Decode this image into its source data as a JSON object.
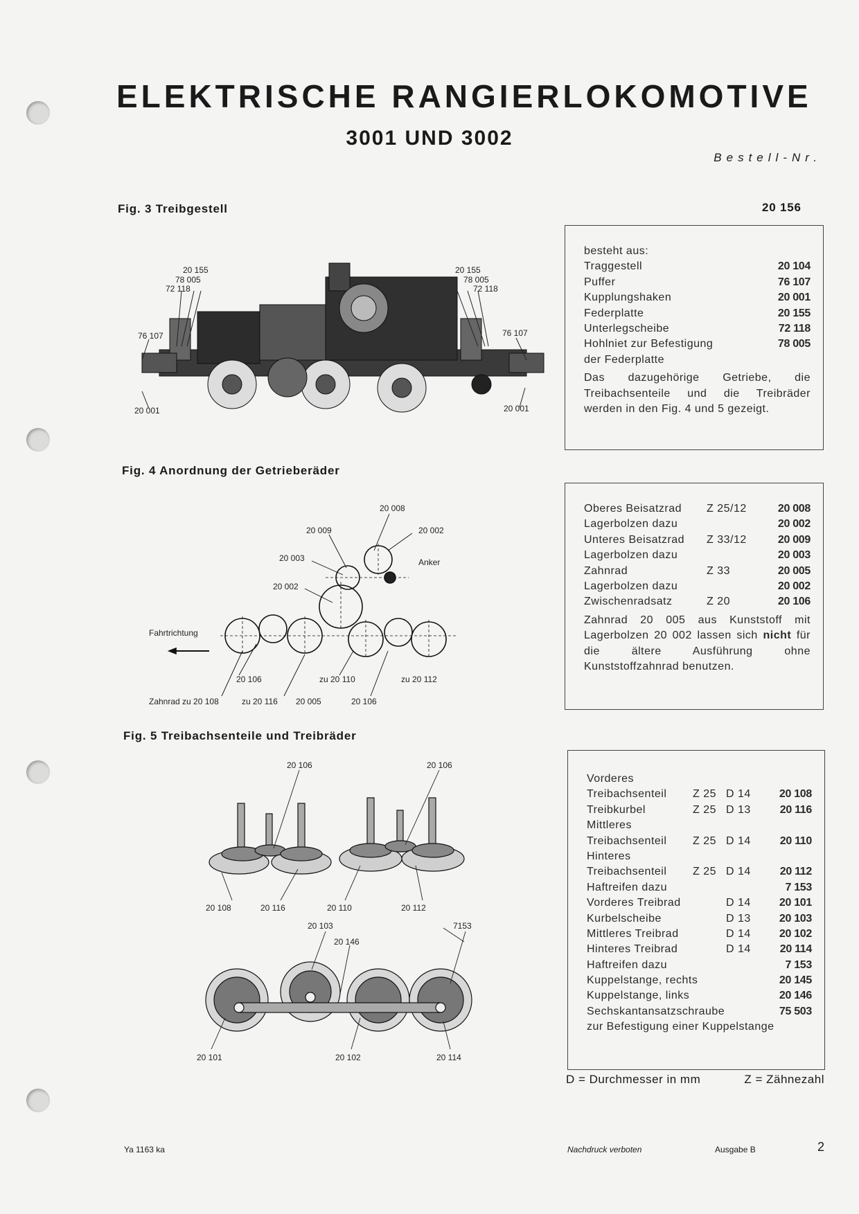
{
  "header": {
    "title": "ELEKTRISCHE RANGIERLOKOMOTIVE",
    "subtitle": "3001 UND 3002",
    "order_label": "Bestell-Nr."
  },
  "fig3": {
    "label": "Fig. 3 Treibgestell",
    "order_no": "20 156",
    "callouts": [
      "20 155",
      "78 005",
      "72 118",
      "20 155",
      "78 005",
      "72 118",
      "76 107",
      "76 107",
      "20 001",
      "20 001"
    ],
    "intro": "besteht aus:",
    "parts": [
      {
        "name": "Traggestell",
        "part": "20 104"
      },
      {
        "name": "Puffer",
        "part": "76 107"
      },
      {
        "name": "Kupplungshaken",
        "part": "20 001"
      },
      {
        "name": "Federplatte",
        "part": "20 155"
      },
      {
        "name": "Unterlegscheibe",
        "part": "72 118"
      },
      {
        "name": "Hohlniet zur Befestigung",
        "part": "78 005"
      },
      {
        "name": "der Federplatte",
        "part": ""
      }
    ],
    "note": "Das dazugehörige Getriebe, die Treibachsenteile und die Treibräder werden in den Fig. 4 und 5 gezeigt."
  },
  "fig4": {
    "label": "Fig. 4 Anordnung der Getrieberäder",
    "callouts": [
      "20 008",
      "20 009",
      "20 002",
      "20 003",
      "Anker",
      "20 002",
      "Fahrtrichtung",
      "20 106",
      "zu 20 110",
      "zu 20 112",
      "Zahnrad zu 20 108",
      "zu 20 116",
      "20 005",
      "20 106"
    ],
    "parts": [
      {
        "name": "Oberes Beisatzrad",
        "z": "Z 25/12",
        "part": "20 008"
      },
      {
        "name": "Lagerbolzen dazu",
        "z": "",
        "part": "20 002"
      },
      {
        "name": "Unteres Beisatzrad",
        "z": "Z 33/12",
        "part": "20 009"
      },
      {
        "name": "Lagerbolzen dazu",
        "z": "",
        "part": "20 003"
      },
      {
        "name": "Zahnrad",
        "z": "Z 33",
        "part": "20 005"
      },
      {
        "name": "Lagerbolzen dazu",
        "z": "",
        "part": "20 002"
      },
      {
        "name": "Zwischenradsatz",
        "z": "Z 20",
        "part": "20 106"
      }
    ],
    "note_pre": "Zahnrad 20 005 aus Kunststoff mit Lagerbolzen 20 002 lassen sich ",
    "note_bold": "nicht",
    "note_post": " für die ältere Ausführung ohne Kunststoffzahnrad benutzen."
  },
  "fig5": {
    "label": "Fig. 5 Treibachsenteile und Treibräder",
    "callouts": [
      "20 106",
      "20 106",
      "20 108",
      "20 116",
      "20 110",
      "20 112",
      "20 103",
      "7153",
      "20 146",
      "20 101",
      "20 102",
      "20 114"
    ],
    "parts": [
      {
        "name": "Vorderes",
        "z": "",
        "d": "",
        "part": ""
      },
      {
        "name": "Treibachsenteil",
        "z": "Z 25",
        "d": "D 14",
        "part": "20 108"
      },
      {
        "name": "Treibkurbel",
        "z": "Z 25",
        "d": "D 13",
        "part": "20 116"
      },
      {
        "name": "Mittleres",
        "z": "",
        "d": "",
        "part": ""
      },
      {
        "name": "Treibachsenteil",
        "z": "Z 25",
        "d": "D 14",
        "part": "20 110"
      },
      {
        "name": "Hinteres",
        "z": "",
        "d": "",
        "part": ""
      },
      {
        "name": "Treibachsenteil",
        "z": "Z 25",
        "d": "D 14",
        "part": "20 112"
      },
      {
        "name": "Haftreifen dazu",
        "z": "",
        "d": "",
        "part": "7 153"
      },
      {
        "name": "Vorderes Treibrad",
        "z": "",
        "d": "D 14",
        "part": "20 101"
      },
      {
        "name": "Kurbelscheibe",
        "z": "",
        "d": "D 13",
        "part": "20 103"
      },
      {
        "name": "Mittleres Treibrad",
        "z": "",
        "d": "D 14",
        "part": "20 102"
      },
      {
        "name": "Hinteres Treibrad",
        "z": "",
        "d": "D 14",
        "part": "20 114"
      },
      {
        "name": "Haftreifen dazu",
        "z": "",
        "d": "",
        "part": "7 153"
      },
      {
        "name": "Kuppelstange, rechts",
        "z": "",
        "d": "",
        "part": "20 145"
      },
      {
        "name": "Kuppelstange, links",
        "z": "",
        "d": "",
        "part": "20 146"
      },
      {
        "name": "Sechskantansatzschraube",
        "z": "",
        "d": "",
        "part": "75 503"
      }
    ],
    "note": "zur Befestigung einer Kuppelstange"
  },
  "legend": {
    "d": "D = Durchmesser in mm",
    "z": "Z = Zähnezahl"
  },
  "footer": {
    "code": "Ya 1163 ka",
    "notice": "Nachdruck verboten",
    "edition": "Ausgabe B",
    "page": "2"
  }
}
